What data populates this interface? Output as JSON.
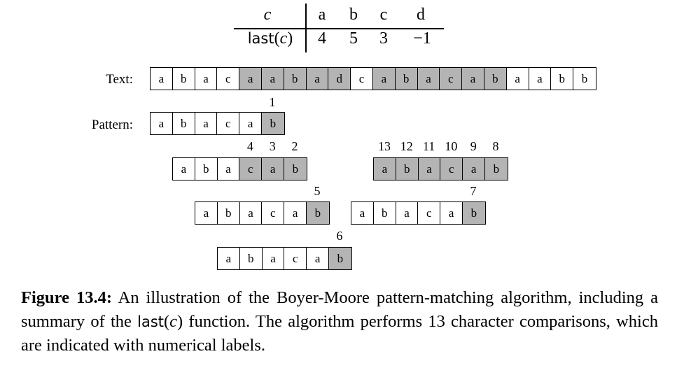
{
  "last_table": {
    "header_label": "c",
    "func_label": "last",
    "func_arg": "c",
    "chars": [
      "a",
      "b",
      "c",
      "d"
    ],
    "values": [
      "4",
      "5",
      "3",
      "−1"
    ]
  },
  "text_label": "Text:",
  "pattern_label": "Pattern:",
  "text_chars": [
    "a",
    "b",
    "a",
    "c",
    "a",
    "a",
    "b",
    "a",
    "d",
    "c",
    "a",
    "b",
    "a",
    "c",
    "a",
    "b",
    "a",
    "a",
    "b",
    "b"
  ],
  "text_shaded": [
    false,
    false,
    false,
    false,
    true,
    true,
    true,
    true,
    true,
    false,
    true,
    true,
    true,
    true,
    true,
    true,
    false,
    false,
    false,
    false
  ],
  "pattern": [
    "a",
    "b",
    "a",
    "c",
    "a",
    "b"
  ],
  "alignments": [
    {
      "shaded": [
        false,
        false,
        false,
        false,
        false,
        true
      ],
      "labels": [
        "1"
      ]
    },
    {
      "shaded": [
        false,
        false,
        false,
        true,
        true,
        true
      ],
      "labels": [
        "4",
        "3",
        "2"
      ]
    },
    {
      "shaded": [
        false,
        false,
        false,
        false,
        false,
        true
      ],
      "labels": [
        "5"
      ]
    },
    {
      "shaded": [
        false,
        false,
        false,
        false,
        false,
        true
      ],
      "labels": [
        "6"
      ]
    },
    {
      "shaded": [
        false,
        false,
        false,
        false,
        false,
        true
      ],
      "labels": [
        "7"
      ]
    },
    {
      "shaded": [
        true,
        true,
        true,
        true,
        true,
        true
      ],
      "labels": [
        "13",
        "12",
        "11",
        "10",
        "9",
        "8"
      ]
    }
  ],
  "caption": {
    "label": "Figure 13.4:",
    "text_1": " An illustration of the Boyer-Moore pattern-matching algorithm, including a summary of the ",
    "func": "last",
    "func_arg": "c",
    "text_2": " function. The algorithm performs 13 character comparisons, which are indicated with numerical labels."
  }
}
